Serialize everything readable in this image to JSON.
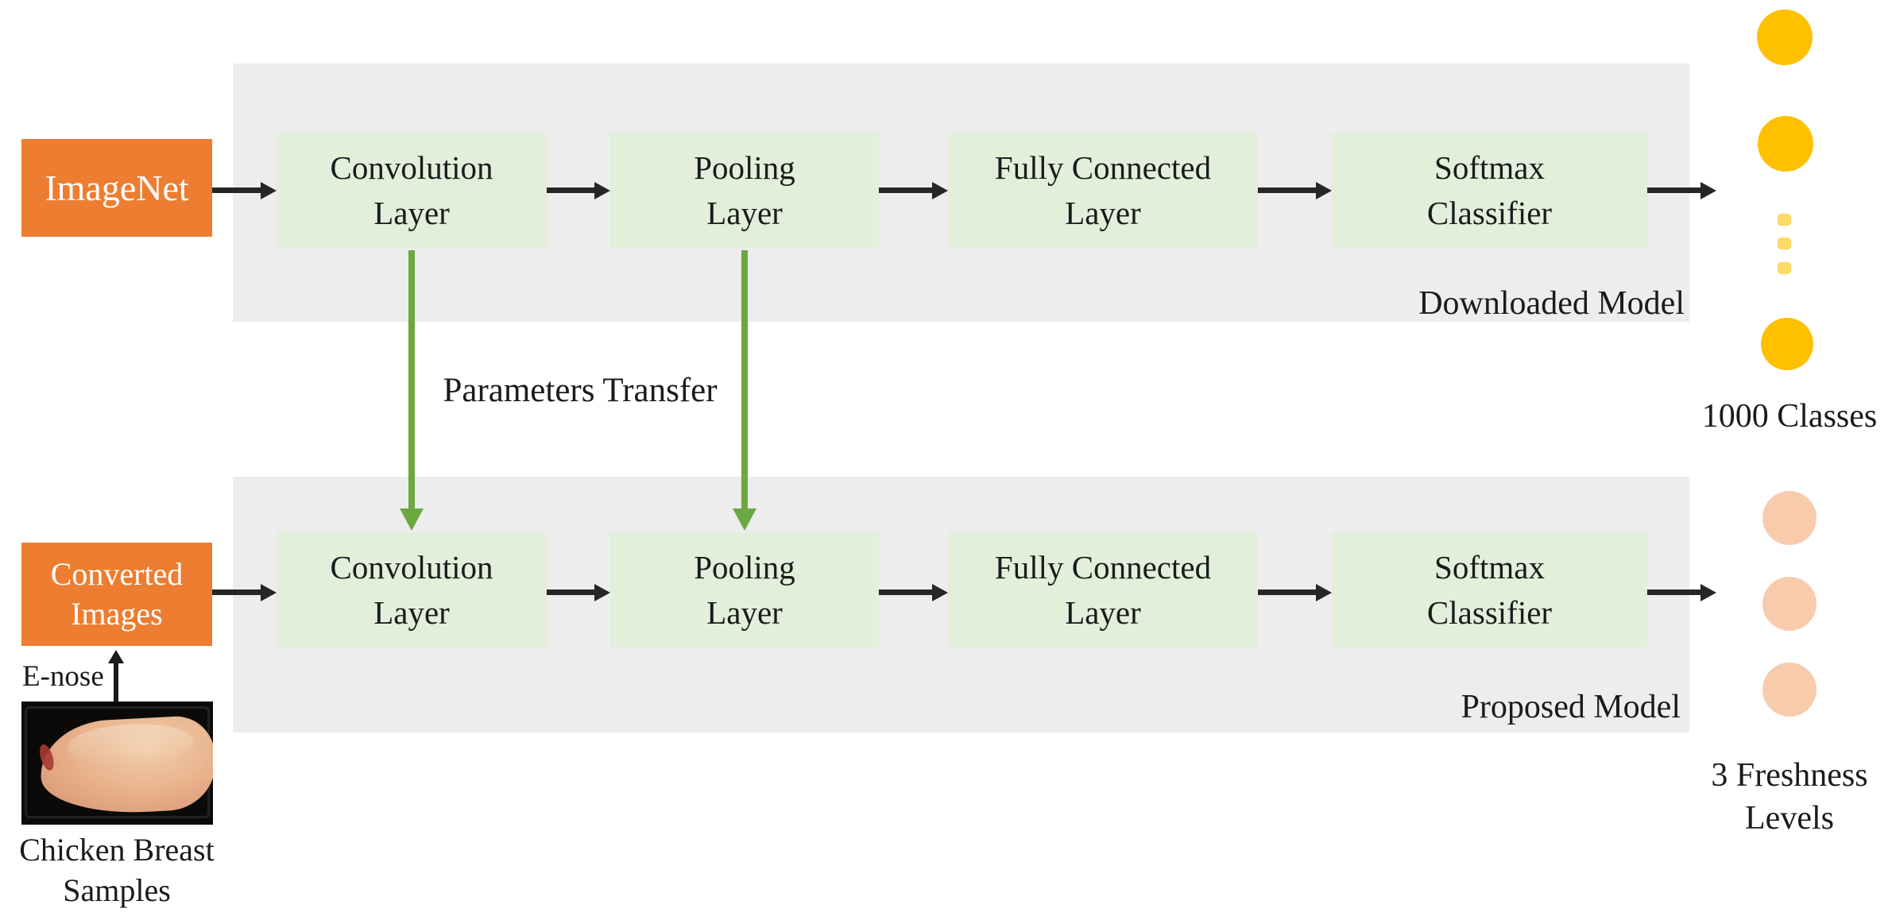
{
  "figure": {
    "downloaded_model": {
      "input_label": "ImageNet",
      "layers": [
        "Convolution\nLayer",
        "Pooling\nLayer",
        "Fully Connected\nLayer",
        "Softmax\nClassifier"
      ],
      "panel_label": "Downloaded Model",
      "output_label": "1000 Classes"
    },
    "proposed_model": {
      "input_label": "Converted\nImages",
      "layers": [
        "Convolution\nLayer",
        "Pooling\nLayer",
        "Fully Connected\nLayer",
        "Softmax\nClassifier"
      ],
      "panel_label": "Proposed Model",
      "output_label": "3 Freshness\nLevels"
    },
    "transfer_label": "Parameters Transfer",
    "enose_label": "E-nose",
    "samples_caption": "Chicken Breast\nSamples"
  },
  "colors": {
    "input_box": "#ED7D31",
    "layer_box": "#E2EFDA",
    "panel_background": "#EDEDED",
    "transfer_arrow_green": "#6CA842",
    "flow_arrow_black": "#262626",
    "class_node_yellow": "#FFC000",
    "class_node_dots_yellow": "#FFD966",
    "freshness_node_salmon": "#F8CBAD"
  }
}
